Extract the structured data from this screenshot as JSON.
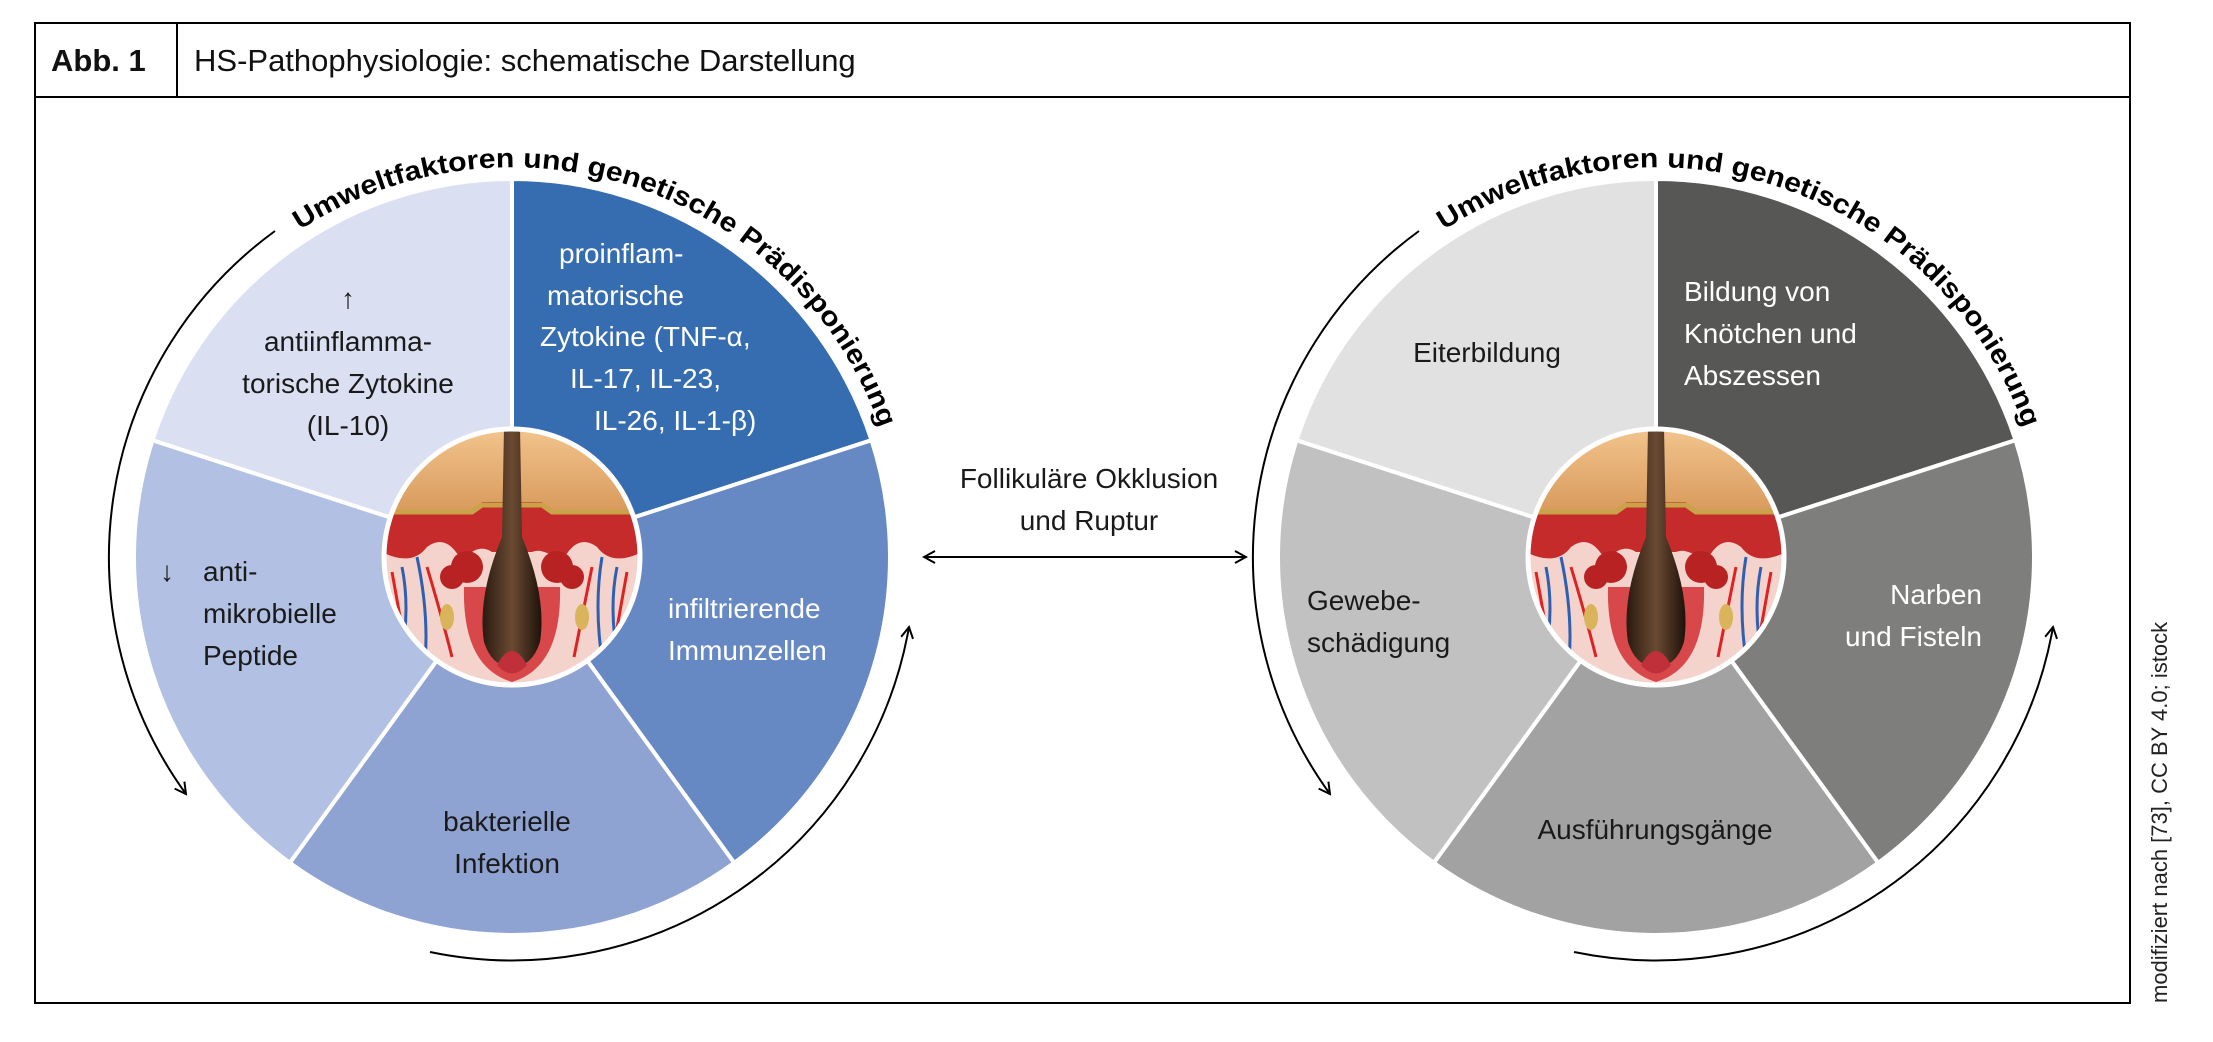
{
  "header": {
    "figure_label": "Abb. 1",
    "title": "HS-Pathophysiologie: schematische Darstellung"
  },
  "left_cycle": {
    "arc_label": "Umweltfaktoren und genetische Prädisponierung",
    "colors": [
      "#366CB0",
      "#6688C3",
      "#8FA3D2",
      "#B1C0E3",
      "#DADFF2"
    ],
    "segments": {
      "proinflammatory": {
        "lines": [
          "proinflam-",
          "matorische",
          "Zytokine (TNF-α,",
          "IL-17, IL-23,",
          "IL-26, IL-1-β)"
        ]
      },
      "immune_cells": {
        "lines": [
          "infiltrierende",
          "Immunzellen"
        ]
      },
      "bacterial": {
        "lines": [
          "bakterielle",
          "Infektion"
        ]
      },
      "antimicrobial": {
        "arrow": "↓",
        "lines": [
          "anti-",
          "mikrobielle",
          "Peptide"
        ]
      },
      "antiinflammatory": {
        "arrow": "↑",
        "lines": [
          "antiinflamma-",
          "torische Zytokine",
          "(IL-10)"
        ]
      }
    }
  },
  "connector": {
    "lines": [
      "Follikuläre Okklusion",
      "und Ruptur"
    ]
  },
  "right_cycle": {
    "arc_label": "Umweltfaktoren und genetische Prädisponierung",
    "colors": [
      "#575756",
      "#7E7E7D",
      "#A2A2A2",
      "#C1C1C1",
      "#E1E1E1"
    ],
    "segments": {
      "nodules": {
        "lines": [
          "Bildung von",
          "Knötchen und",
          "Abszessen"
        ]
      },
      "scars": {
        "lines": [
          "Narben",
          "und Fisteln"
        ]
      },
      "tunnels": {
        "lines": [
          "Ausführungsgänge"
        ]
      },
      "tissue": {
        "lines": [
          "Gewebe-",
          "schädigung"
        ]
      },
      "pus": {
        "lines": [
          "Eiterbildung"
        ]
      }
    }
  },
  "credit": "modifiziert nach [73], CC BY 4.0; istock"
}
